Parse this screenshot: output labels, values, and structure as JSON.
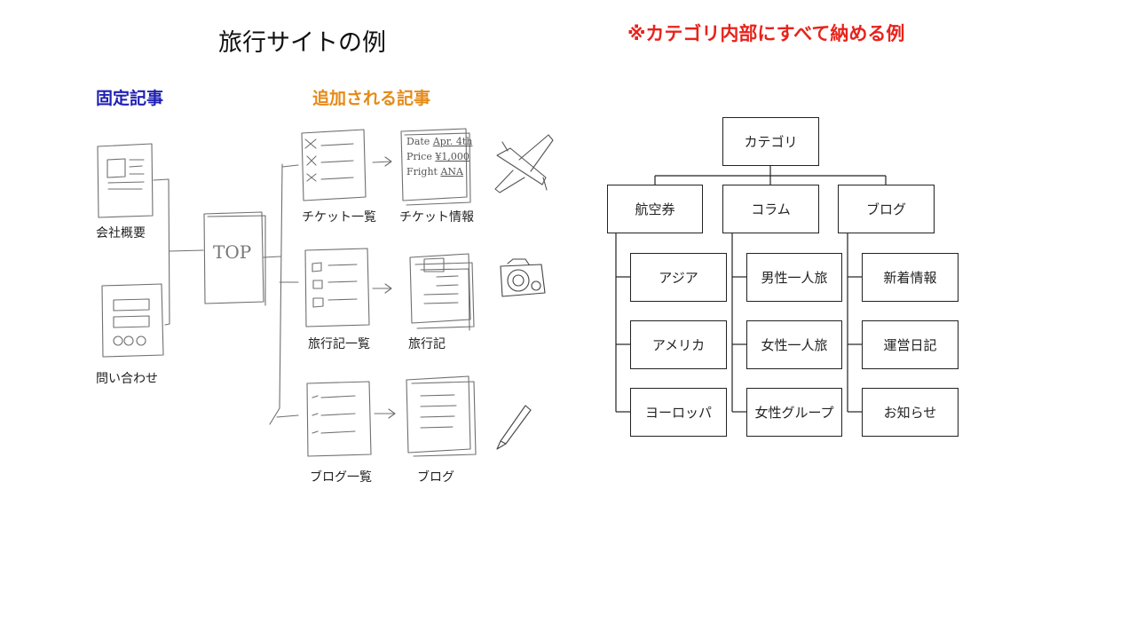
{
  "title": "旅行サイトの例",
  "subtitle": "※カテゴリ内部にすべて納める例",
  "colors": {
    "fixed": "#1f1fb4",
    "added": "#e58a16",
    "red": "#e8231c"
  },
  "sketch": {
    "section_fixed": "固定記事",
    "section_added": "追加される記事",
    "fixed_pages": [
      "会社概要",
      "問い合わせ"
    ],
    "top_label": "TOP",
    "rows": [
      {
        "list": "チケット一覧",
        "detail": "チケット情報"
      },
      {
        "list": "旅行記一覧",
        "detail": "旅行記"
      },
      {
        "list": "ブログ一覧",
        "detail": "ブログ"
      }
    ],
    "ticket_fields": [
      [
        "Date",
        "Apr. 4th"
      ],
      [
        "Price",
        "¥1,000"
      ],
      [
        "Fright",
        "ANA"
      ]
    ],
    "icons": [
      "airplane-icon",
      "camera-icon",
      "pen-icon"
    ]
  },
  "tree": {
    "root": "カテゴリ",
    "children": [
      {
        "label": "航空券",
        "items": [
          "アジア",
          "アメリカ",
          "ヨーロッパ"
        ]
      },
      {
        "label": "コラム",
        "items": [
          "男性一人旅",
          "女性一人旅",
          "女性グループ"
        ]
      },
      {
        "label": "ブログ",
        "items": [
          "新着情報",
          "運営日記",
          "お知らせ"
        ]
      }
    ]
  }
}
